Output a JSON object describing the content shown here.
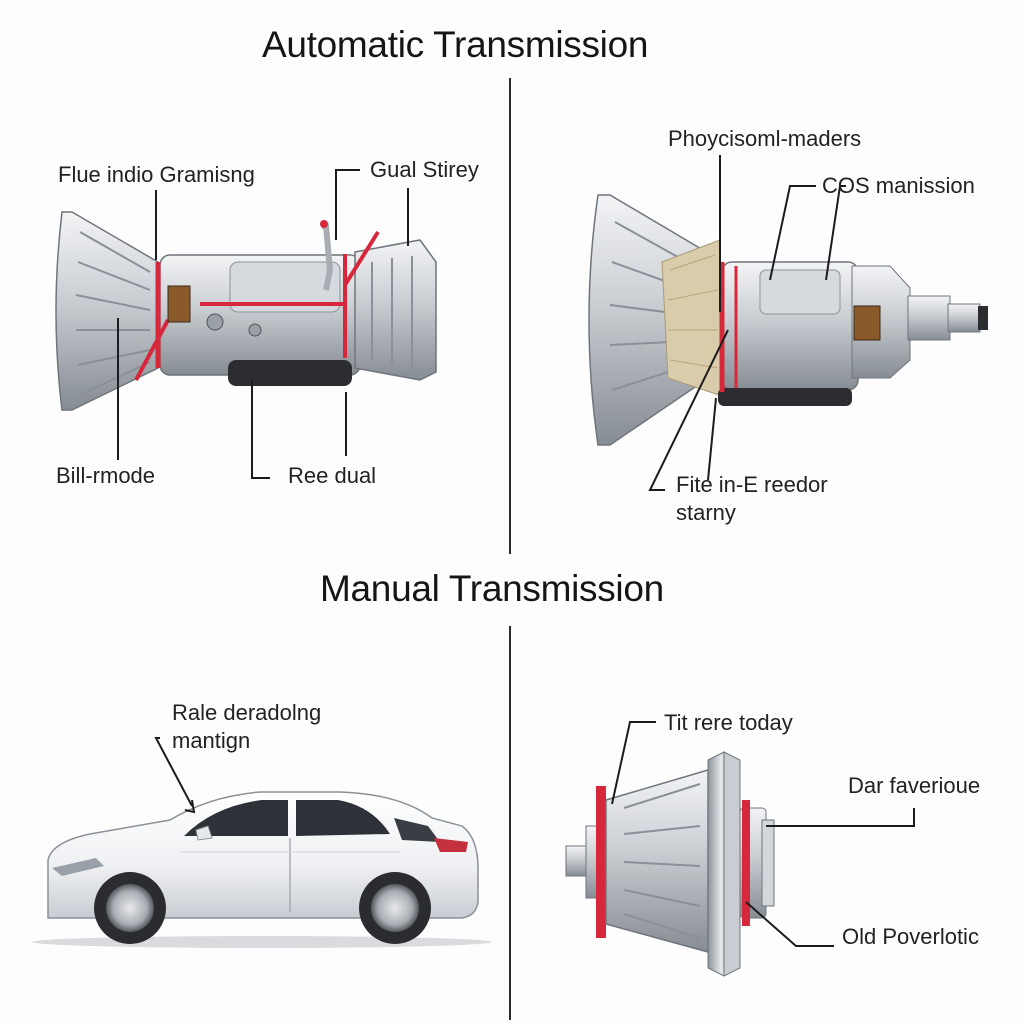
{
  "titles": {
    "automatic": "Automatic Transmission",
    "manual": "Manual Transmission"
  },
  "callouts": {
    "flue_indio": "Flue indio Gramisng",
    "gual_stirey": "Gual Stirey",
    "bill_mode": "Bill‐rmode",
    "ree_dual": "Ree dual",
    "phoycisom": "Phoycisoml-maders",
    "cos_manission": "COS manission",
    "fite_line1": "Fite in-E reedor",
    "fite_line2": "starny",
    "rale_line1": "Rale deradolng",
    "rale_line2": "mantign",
    "tit_rere": "Tit rere today",
    "dar_faverioue": "Dar faverioue",
    "old_poverlotic": "Old Poverlotic"
  },
  "colors": {
    "accent_red": "#d6283a",
    "metal_light": "#e4e6e9",
    "metal_mid": "#b7bcc2",
    "metal_dark": "#7c8289",
    "pan_dark": "#2b2d30",
    "leader": "#1c1c1c",
    "car_body": "#f4f5f7"
  }
}
